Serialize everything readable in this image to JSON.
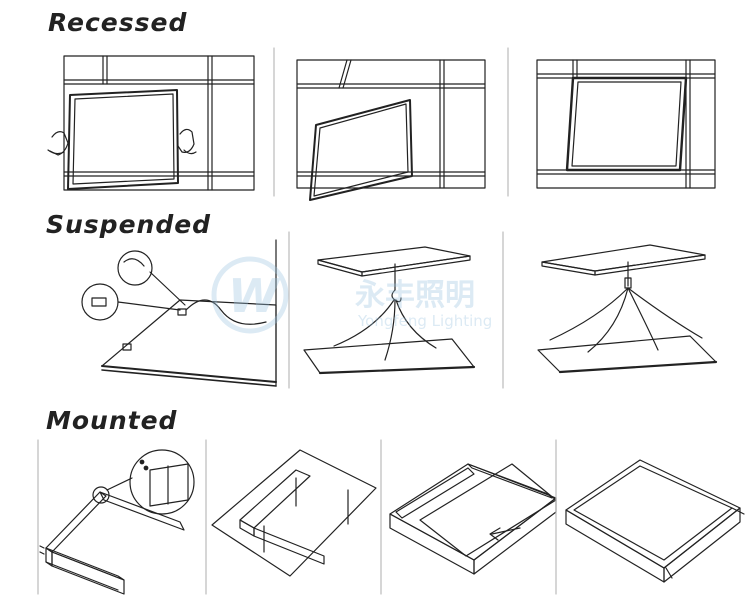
{
  "sections": {
    "recessed": {
      "title": "Recessed"
    },
    "suspended": {
      "title": "Suspended"
    },
    "mounted": {
      "title": "Mounted"
    }
  },
  "watermark": {
    "brand_cn": "永丰照明",
    "brand_en": "Yongfeng Lighting"
  }
}
